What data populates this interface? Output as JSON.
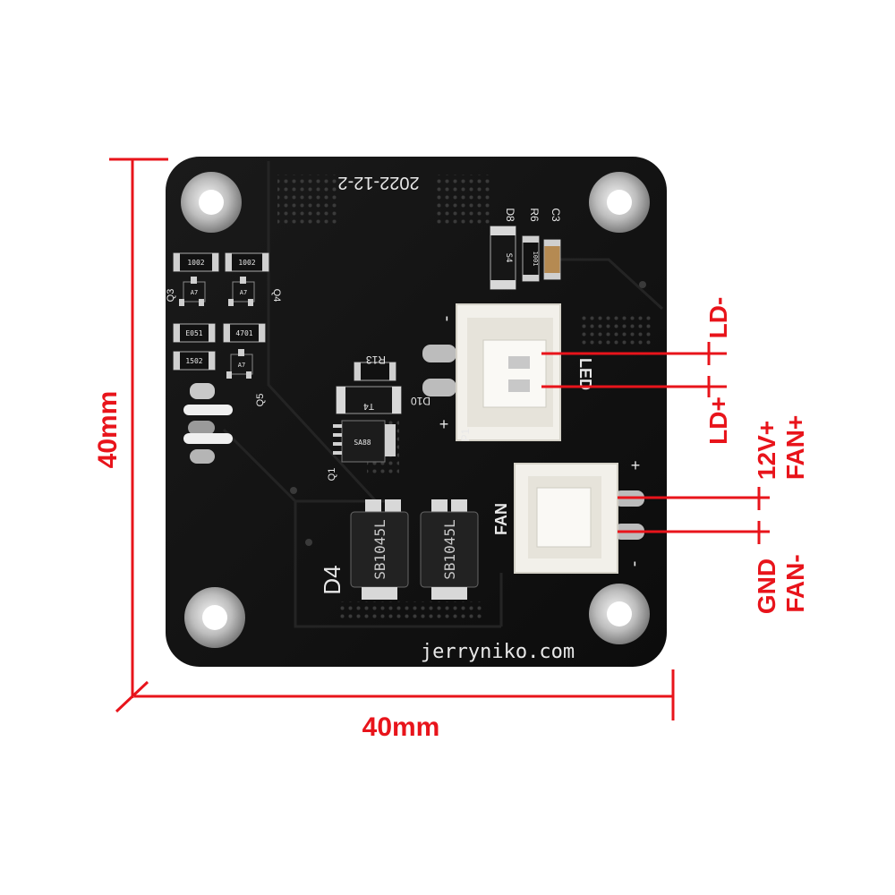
{
  "dimensions": {
    "height": "40mm",
    "width": "40mm"
  },
  "board": {
    "date_code": "2022-12-2",
    "website": "jerryniko.com",
    "connector_led": "LED",
    "connector_fan": "FAN",
    "connector_p1": "P1",
    "plus": "+",
    "minus": "-",
    "refs": {
      "d4": "D4",
      "d8": "D8",
      "r6": "R6",
      "c3": "C3",
      "r13": "R13",
      "d10": "D10",
      "q1": "Q1",
      "q3": "Q3",
      "q4": "Q4",
      "q5": "Q5"
    },
    "parts": {
      "diode_left": "SB1045L",
      "diode_right": "SB1045L",
      "r_top_a": "1002",
      "r_top_b": "1002",
      "r_mid_a": "E051",
      "r_mid_b": "4701",
      "r_low": "1502",
      "d8_mark": "S4",
      "r6_mark": "1001",
      "d10_mark": "T4",
      "q1_mark": "SA88",
      "q3_mark": "A7",
      "q4_mark": "A7",
      "q5_mark": "A7"
    }
  },
  "pins": {
    "ld_minus": "LD-",
    "ld_plus": "LD+",
    "v12_plus": "12V+",
    "fan_plus": "FAN+",
    "gnd": "GND",
    "fan_minus": "FAN-"
  }
}
